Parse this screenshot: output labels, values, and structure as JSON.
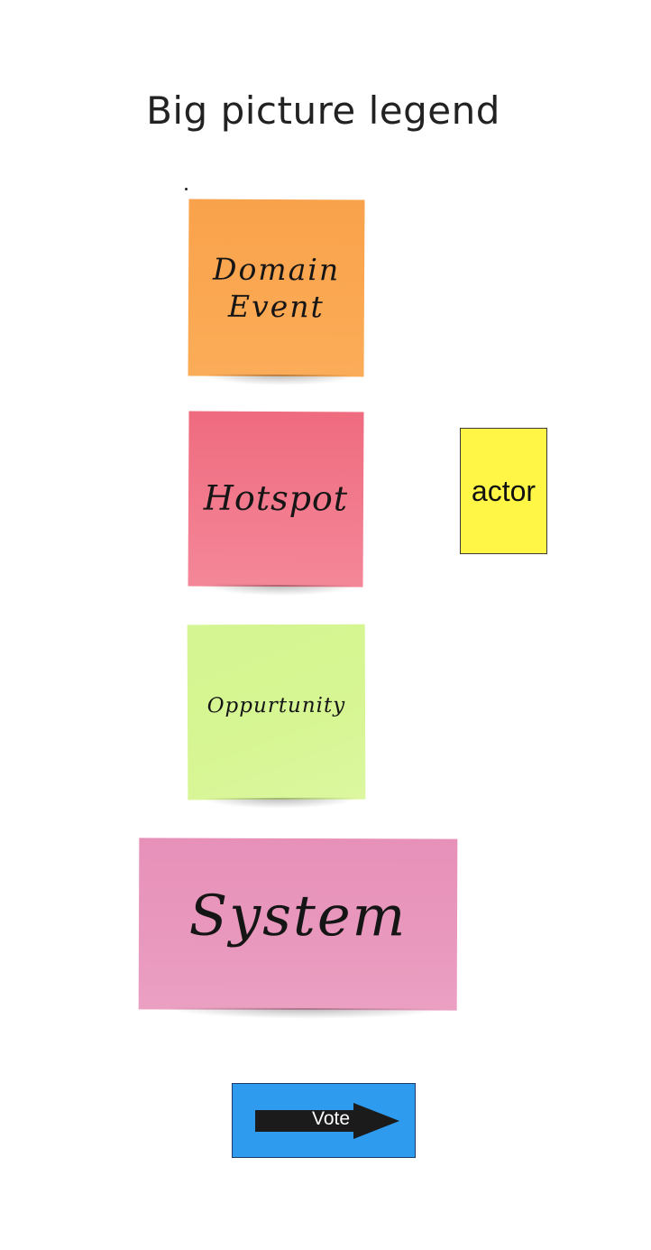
{
  "title": "Big picture legend",
  "stickies": {
    "domain_event": {
      "label": "Domain\nEvent",
      "color": "#fba852"
    },
    "hotspot": {
      "label": "Hotspot",
      "color": "#f27c8e"
    },
    "opportunity": {
      "label": "Oppurtunity",
      "color": "#d7f693"
    },
    "system": {
      "label": "System",
      "color": "#e998bd"
    }
  },
  "actor": {
    "label": "actor",
    "color": "#fff646"
  },
  "vote": {
    "label": "Vote",
    "color": "#2e9bef",
    "arrow_color": "#1b1b1b"
  }
}
